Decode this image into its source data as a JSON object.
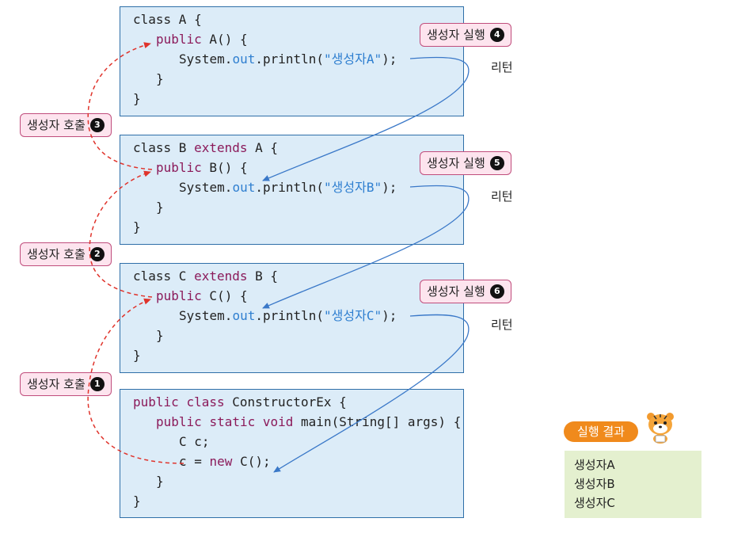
{
  "code_blocks": [
    {
      "id": "A",
      "lines": [
        [
          {
            "t": "class A {"
          }
        ],
        [
          {
            "t": "public",
            "c": "kw"
          },
          {
            "t": " A() {"
          }
        ],
        [
          {
            "t": "System."
          },
          {
            "t": "out",
            "c": "fld"
          },
          {
            "t": ".println("
          },
          {
            "t": "\"생성자A\"",
            "c": "str"
          },
          {
            "t": ");"
          }
        ],
        [
          {
            "t": "}"
          }
        ],
        [
          {
            "t": "}"
          }
        ]
      ]
    },
    {
      "id": "B",
      "lines": [
        [
          {
            "t": "class B "
          },
          {
            "t": "extends",
            "c": "kw"
          },
          {
            "t": " A {"
          }
        ],
        [
          {
            "t": "public",
            "c": "kw"
          },
          {
            "t": " B() {"
          }
        ],
        [
          {
            "t": "System."
          },
          {
            "t": "out",
            "c": "fld"
          },
          {
            "t": ".println("
          },
          {
            "t": "\"생성자B\"",
            "c": "str"
          },
          {
            "t": ");"
          }
        ],
        [
          {
            "t": "}"
          }
        ],
        [
          {
            "t": "}"
          }
        ]
      ]
    },
    {
      "id": "C",
      "lines": [
        [
          {
            "t": "class C "
          },
          {
            "t": "extends",
            "c": "kw"
          },
          {
            "t": " B {"
          }
        ],
        [
          {
            "t": "public",
            "c": "kw"
          },
          {
            "t": " C() {"
          }
        ],
        [
          {
            "t": "System."
          },
          {
            "t": "out",
            "c": "fld"
          },
          {
            "t": ".println("
          },
          {
            "t": "\"생성자C\"",
            "c": "str"
          },
          {
            "t": ");"
          }
        ],
        [
          {
            "t": "}"
          }
        ],
        [
          {
            "t": "}"
          }
        ]
      ]
    },
    {
      "id": "Main",
      "lines": [
        [
          {
            "t": "public",
            "c": "kw"
          },
          {
            "t": " "
          },
          {
            "t": "class",
            "c": "kw"
          },
          {
            "t": " ConstructorEx {"
          }
        ],
        [
          {
            "t": "public",
            "c": "kw"
          },
          {
            "t": " "
          },
          {
            "t": "static",
            "c": "kw"
          },
          {
            "t": " "
          },
          {
            "t": "void",
            "c": "kw"
          },
          {
            "t": " main(String[] args) {"
          }
        ],
        [
          {
            "t": "C c;"
          }
        ],
        [
          {
            "t": "c = "
          },
          {
            "t": "new",
            "c": "kw"
          },
          {
            "t": " C();"
          }
        ],
        [
          {
            "t": "}"
          }
        ],
        [
          {
            "t": "}"
          }
        ]
      ]
    }
  ],
  "call_labels": [
    {
      "text": "생성자 호출",
      "num": "3"
    },
    {
      "text": "생성자 호출",
      "num": "2"
    },
    {
      "text": "생성자 호출",
      "num": "1"
    }
  ],
  "exec_labels": [
    {
      "text": "생성자 실행",
      "num": "4"
    },
    {
      "text": "생성자 실행",
      "num": "5"
    },
    {
      "text": "생성자 실행",
      "num": "6"
    }
  ],
  "return_label": "리턴",
  "result": {
    "title": "실행 결과",
    "lines": [
      "생성자A",
      "생성자B",
      "생성자C"
    ]
  },
  "colors": {
    "call_arrow": "#e0342c",
    "return_arrow": "#3a78c8",
    "box_fill": "#dcecf8",
    "box_border": "#2f6fa8",
    "label_fill": "#fde4ee",
    "label_border": "#c04d7c",
    "result_tag": "#f08a1c",
    "result_fill": "#e4f0cf"
  }
}
